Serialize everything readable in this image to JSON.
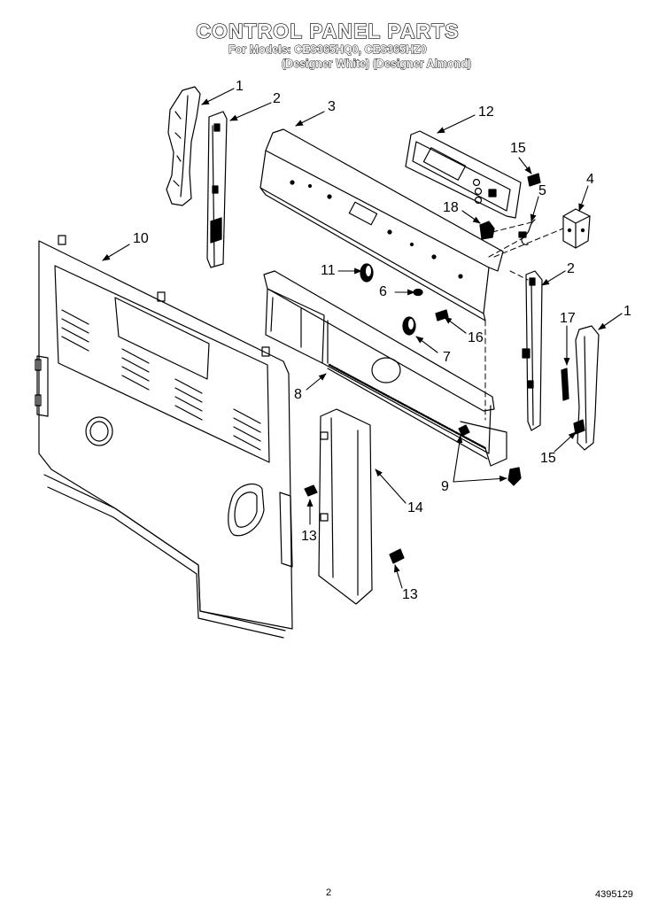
{
  "header": {
    "title": "CONTROL PANEL PARTS",
    "models_line": "For Models: CES365HQ0, CES365HZ0",
    "colors_line": "(Designer White) (Designer Almond)"
  },
  "callouts": {
    "c1a": "1",
    "c2a": "2",
    "c3": "3",
    "c12": "12",
    "c15a": "15",
    "c5": "5",
    "c4": "4",
    "c18": "18",
    "c10": "10",
    "c11": "11",
    "c6": "6",
    "c2b": "2",
    "c17": "17",
    "c1b": "1",
    "c16": "16",
    "c7": "7",
    "c8": "8",
    "c15b": "15",
    "c9": "9",
    "c14": "14",
    "c13a": "13",
    "c13b": "13"
  },
  "footer": {
    "page_number": "2",
    "document_number": "4395129"
  }
}
